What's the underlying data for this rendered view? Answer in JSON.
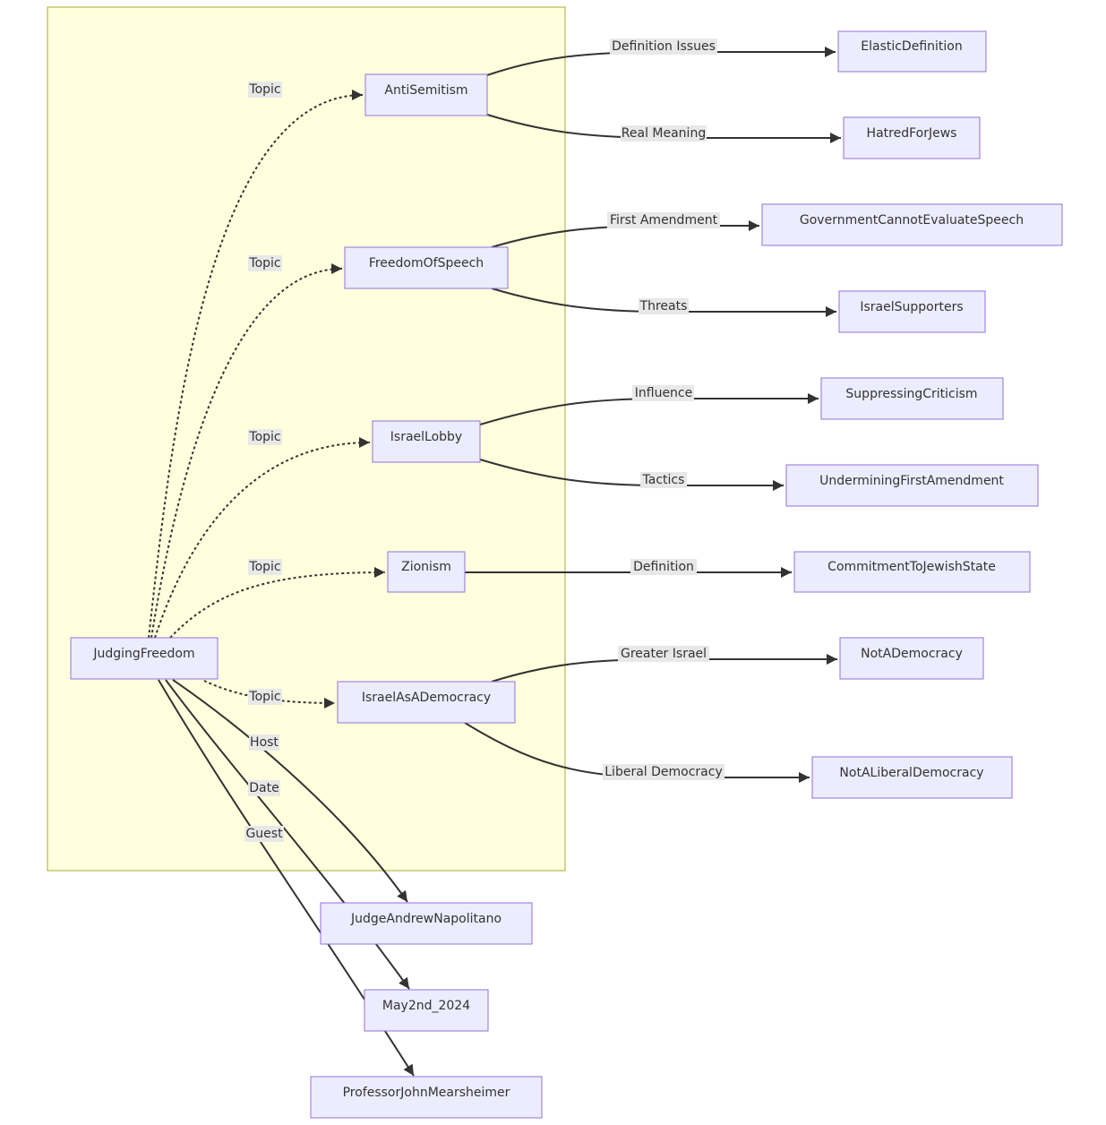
{
  "diagram": {
    "nodes": {
      "judging_freedom": "JudgingFreedom",
      "anti_semitism": "AntiSemitism",
      "freedom_of_speech": "FreedomOfSpeech",
      "israel_lobby": "IsraelLobby",
      "zionism": "Zionism",
      "israel_as_a_democracy": "IsraelAsADemocracy",
      "elastic_definition": "ElasticDefinition",
      "hatred_for_jews": "HatredForJews",
      "government_cannot_evaluate_speech": "GovernmentCannotEvaluateSpeech",
      "israel_supporters": "IsraelSupporters",
      "suppressing_criticism": "SuppressingCriticism",
      "undermining_first_amendment": "UnderminingFirstAmendment",
      "commitment_to_jewish_state": "CommitmentToJewishState",
      "not_a_democracy": "NotADemocracy",
      "not_a_liberal_democracy": "NotALiberalDemocracy",
      "judge_andrew_napolitano": "JudgeAndrewNapolitano",
      "may_2nd_2024": "May2nd_2024",
      "professor_john_mearsheimer": "ProfessorJohnMearsheimer"
    },
    "edges": {
      "topic_anti_semitism": "Topic",
      "topic_freedom_of_speech": "Topic",
      "topic_israel_lobby": "Topic",
      "topic_zionism": "Topic",
      "topic_israel_as_a_democracy": "Topic",
      "host": "Host",
      "date": "Date",
      "guest": "Guest",
      "definition_issues": "Definition Issues",
      "real_meaning": "Real Meaning",
      "first_amendment": "First Amendment",
      "threats": "Threats",
      "influence": "Influence",
      "tactics": "Tactics",
      "definition": "Definition",
      "greater_israel": "Greater Israel",
      "liberal_democracy": "Liberal Democracy"
    },
    "colors": {
      "cluster_fill": "#ffffde",
      "cluster_border": "#aaaa33",
      "node_fill": "#ececff",
      "node_border": "#9370db",
      "edge": "#333333",
      "label_bg": "#e8e8e8"
    }
  }
}
